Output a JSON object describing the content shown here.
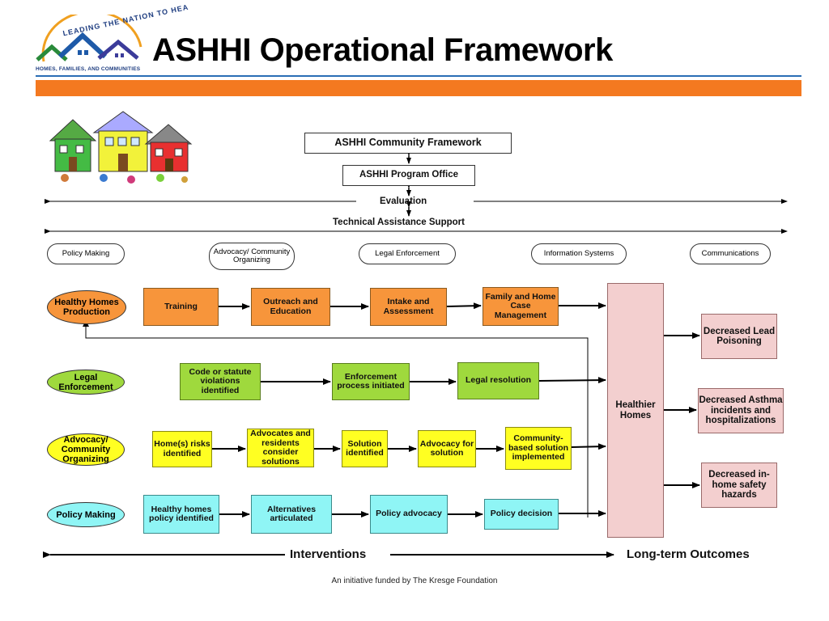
{
  "slide": {
    "title": "ASHHI Operational Framework",
    "logo_arc_text": "LEADING THE NATION TO HEA",
    "logo_subtext": "HOMES, FAMILIES, AND COMMUNITIES",
    "footer": "An initiative funded by The Kresge Foundation"
  },
  "header": {
    "community_framework": "ASHHI Community Framework",
    "program_office": "ASHHI Program Office",
    "evaluation": "Evaluation",
    "technical_assistance": "Technical Assistance Support"
  },
  "strategies": [
    "Policy Making",
    "Advocacy/ Community Organizing",
    "Legal Enforcement",
    "Information Systems",
    "Communications"
  ],
  "lanes": {
    "production": "Healthy Homes Production",
    "legal": "Legal Enforcement",
    "advocacy": "Advocacy/ Community Organizing",
    "policy": "Policy Making"
  },
  "production_steps": [
    "Training",
    "Outreach and Education",
    "Intake and Assessment",
    "Family and Home Case Management"
  ],
  "legal_steps": [
    "Code or statute violations identified",
    "Enforcement process initiated",
    "Legal resolution"
  ],
  "advocacy_steps": [
    "Home(s) risks identified",
    "Advocates and residents consider solutions",
    "Solution identified",
    "Advocacy for solution",
    "Community-based solution implemented"
  ],
  "policy_steps": [
    "Healthy homes policy identified",
    "Alternatives articulated",
    "Policy advocacy",
    "Policy decision"
  ],
  "hub": "Healthier Homes",
  "outcomes": [
    "Decreased Lead Poisoning",
    "Decreased Asthma incidents and hospitalizations",
    "Decreased in-home safety hazards"
  ],
  "bottom": {
    "interventions": "Interventions",
    "long_term": "Long-term Outcomes"
  },
  "colors": {
    "orange_bar": "#f47920",
    "blue_rule": "#2a6db5",
    "production": "#f7953b",
    "legal": "#9fd93d",
    "advocacy": "#ffff22",
    "policy": "#8ff5f5",
    "outcomes": "#f3cfcf"
  }
}
